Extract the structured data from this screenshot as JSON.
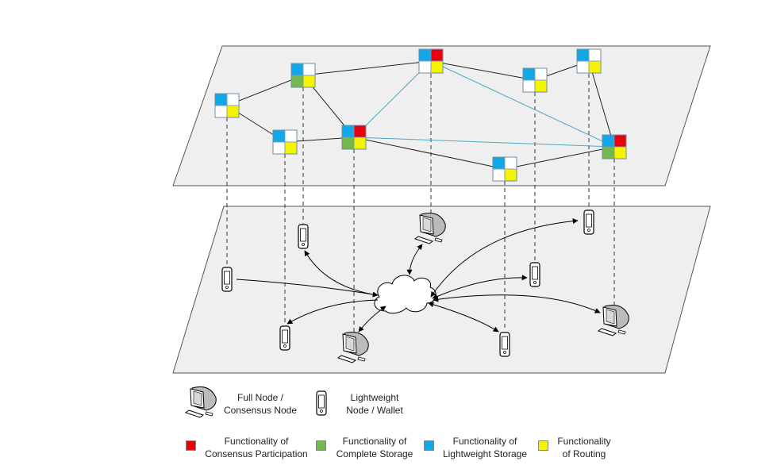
{
  "legend": {
    "full_node": {
      "line1": "Full Node /",
      "line2": "Consensus Node"
    },
    "light_node": {
      "line1": "Lightweight",
      "line2": "Node / Wallet"
    },
    "functions": [
      {
        "line1": "Functionality of",
        "line2": "Consensus  Participation",
        "color": "#e8000b"
      },
      {
        "line1": "Functionality of",
        "line2": "Complete Storage",
        "color": "#74b84f"
      },
      {
        "line1": "Functionality of",
        "line2": "Lightweight Storage",
        "color": "#11a8e8"
      },
      {
        "line1": "Functionality",
        "line2": "of Routing",
        "color": "#f4f400"
      }
    ]
  },
  "colors": {
    "consensus": "#e8000b",
    "storage": "#74b84f",
    "lightweight": "#11a8e8",
    "routing": "#f4f400",
    "plane": "#efefef",
    "blue_link": "#4aa8c8"
  },
  "upper_nodes": [
    {
      "id": "u1",
      "cells": [
        "lightweight",
        "",
        "",
        "routing"
      ]
    },
    {
      "id": "u2",
      "cells": [
        "lightweight",
        "",
        "storage",
        "routing"
      ]
    },
    {
      "id": "u3",
      "cells": [
        "lightweight",
        "",
        "",
        "routing"
      ]
    },
    {
      "id": "u4",
      "cells": [
        "lightweight",
        "consensus",
        "storage",
        "routing"
      ]
    },
    {
      "id": "u5",
      "cells": [
        "lightweight",
        "consensus",
        "",
        "routing"
      ]
    },
    {
      "id": "u6",
      "cells": [
        "lightweight",
        "",
        "",
        "routing"
      ]
    },
    {
      "id": "u7",
      "cells": [
        "lightweight",
        "",
        "",
        "routing"
      ]
    },
    {
      "id": "u8",
      "cells": [
        "lightweight",
        "",
        "",
        "routing"
      ]
    },
    {
      "id": "u9",
      "cells": [
        "lightweight",
        "consensus",
        "storage",
        "routing"
      ]
    }
  ]
}
